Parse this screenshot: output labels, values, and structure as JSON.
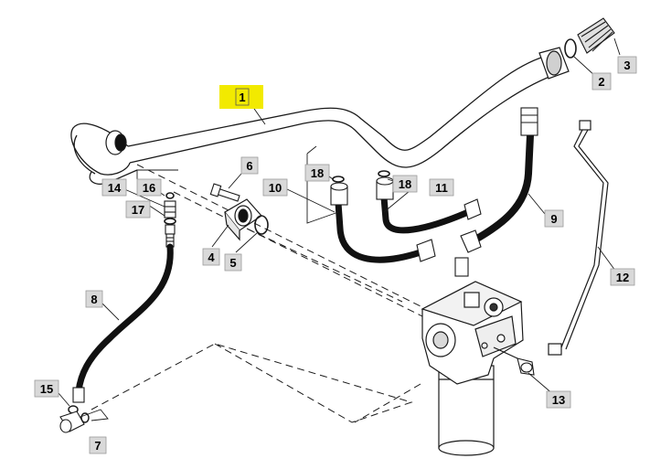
{
  "diagram": {
    "callouts": [
      {
        "id": "1",
        "label": "1",
        "highlighted": true
      },
      {
        "id": "2",
        "label": "2"
      },
      {
        "id": "3",
        "label": "3"
      },
      {
        "id": "4",
        "label": "4"
      },
      {
        "id": "5",
        "label": "5"
      },
      {
        "id": "6",
        "label": "6"
      },
      {
        "id": "7",
        "label": "7"
      },
      {
        "id": "8",
        "label": "8"
      },
      {
        "id": "9",
        "label": "9"
      },
      {
        "id": "10",
        "label": "10"
      },
      {
        "id": "11",
        "label": "11"
      },
      {
        "id": "12",
        "label": "12"
      },
      {
        "id": "13",
        "label": "13"
      },
      {
        "id": "14",
        "label": "14"
      },
      {
        "id": "15",
        "label": "15"
      },
      {
        "id": "16",
        "label": "16"
      },
      {
        "id": "17",
        "label": "17"
      },
      {
        "id": "18a",
        "label": "18"
      },
      {
        "id": "18b",
        "label": "18"
      }
    ],
    "colors": {
      "highlight": "#f2ea00",
      "callout_box": "#d9d9d9",
      "line": "#1a1a1a",
      "hose": "#111111"
    }
  }
}
